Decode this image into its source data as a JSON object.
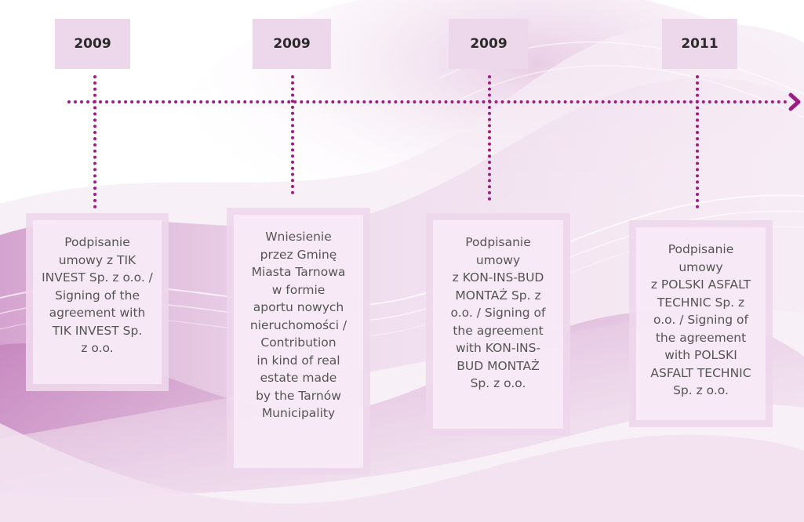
{
  "timeline": {
    "accent_color": "#9c1c82",
    "box_color": "#ecd8ea",
    "events": [
      {
        "year": "2009",
        "text": "Podpisanie\numowy z TIK\nINVEST Sp. z o.o. /\nSigning of the\nagreement with\nTIK INVEST Sp.\nz o.o."
      },
      {
        "year": "2009",
        "text": "Wniesienie\nprzez Gminę\nMiasta Tarnowa\nw formie\naportu nowych\nnieruchomości /\nContribution\nin kind of real\nestate made\nby the Tarnów\nMunicipality"
      },
      {
        "year": "2009",
        "text": "Podpisanie\numowy\nz KON-INS-BUD\nMONTAŻ Sp. z\no.o. / Signing of\nthe agreement\nwith KON-INS-\nBUD MONTAŻ\nSp. z o.o."
      },
      {
        "year": "2011",
        "text": "Podpisanie\numowy\nz POLSKI ASFALT\nTECHNIC Sp. z\no.o. / Signing of\nthe agreement\nwith POLSKI\nASFALT TECHNIC\nSp. z o.o."
      }
    ]
  }
}
